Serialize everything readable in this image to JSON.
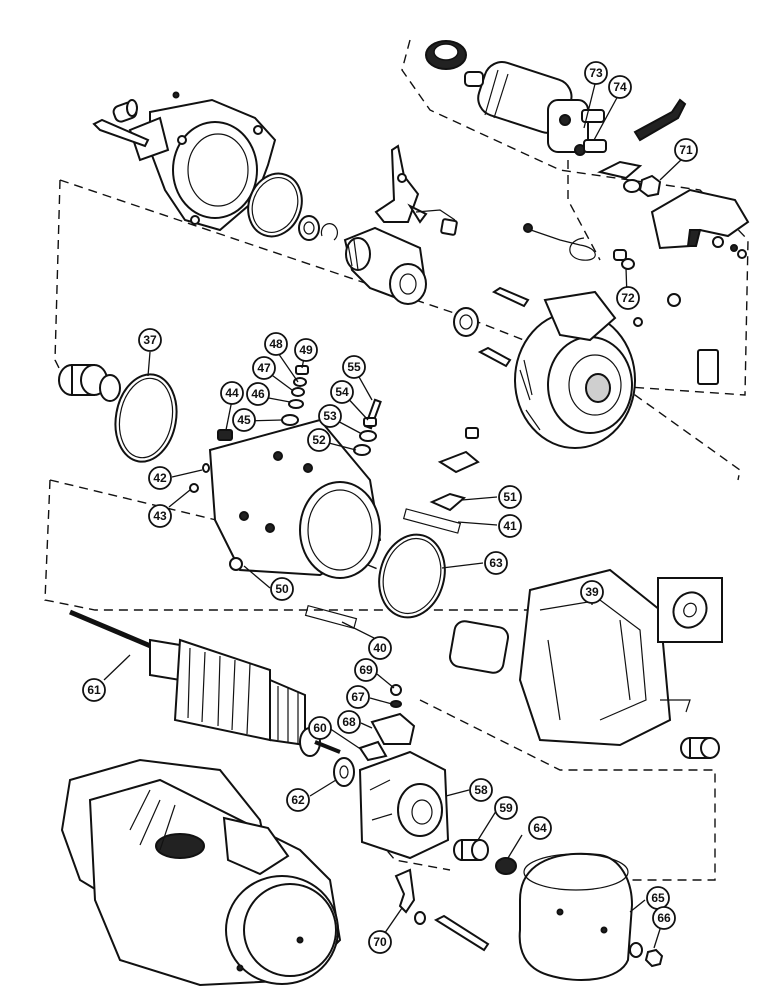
{
  "callouts": [
    {
      "id": "73",
      "label": "73"
    },
    {
      "id": "74",
      "label": "74"
    },
    {
      "id": "71",
      "label": "71"
    },
    {
      "id": "72",
      "label": "72"
    },
    {
      "id": "37",
      "label": "37"
    },
    {
      "id": "48",
      "label": "48"
    },
    {
      "id": "49",
      "label": "49"
    },
    {
      "id": "47",
      "label": "47"
    },
    {
      "id": "44",
      "label": "44"
    },
    {
      "id": "46",
      "label": "46"
    },
    {
      "id": "45",
      "label": "45"
    },
    {
      "id": "55",
      "label": "55"
    },
    {
      "id": "54",
      "label": "54"
    },
    {
      "id": "53",
      "label": "53"
    },
    {
      "id": "52",
      "label": "52"
    },
    {
      "id": "42",
      "label": "42"
    },
    {
      "id": "43",
      "label": "43"
    },
    {
      "id": "51",
      "label": "51"
    },
    {
      "id": "41",
      "label": "41"
    },
    {
      "id": "63",
      "label": "63"
    },
    {
      "id": "50",
      "label": "50"
    },
    {
      "id": "39",
      "label": "39"
    },
    {
      "id": "40",
      "label": "40"
    },
    {
      "id": "61",
      "label": "61"
    },
    {
      "id": "69",
      "label": "69"
    },
    {
      "id": "67",
      "label": "67"
    },
    {
      "id": "68",
      "label": "68"
    },
    {
      "id": "60",
      "label": "60"
    },
    {
      "id": "62",
      "label": "62"
    },
    {
      "id": "58",
      "label": "58"
    },
    {
      "id": "59",
      "label": "59"
    },
    {
      "id": "64",
      "label": "64"
    },
    {
      "id": "65",
      "label": "65"
    },
    {
      "id": "66",
      "label": "66"
    },
    {
      "id": "70",
      "label": "70"
    }
  ]
}
